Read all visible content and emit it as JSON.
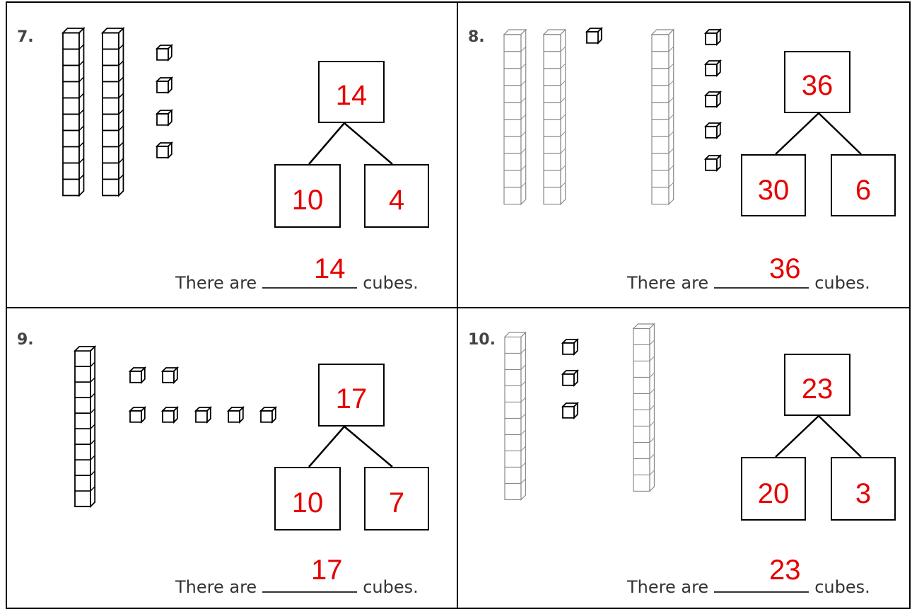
{
  "problems": [
    {
      "number": "7.",
      "whole": "14",
      "tens": "10",
      "ones": "4",
      "sentence_start": "There are",
      "sentence_end": "cubes.",
      "answer": "14"
    },
    {
      "number": "8.",
      "whole": "36",
      "tens": "30",
      "ones": "6",
      "sentence_start": "There are",
      "sentence_end": "cubes.",
      "answer": "36"
    },
    {
      "number": "9.",
      "whole": "17",
      "tens": "10",
      "ones": "7",
      "sentence_start": "There are",
      "sentence_end": "cubes.",
      "answer": "17"
    },
    {
      "number": "10.",
      "whole": "23",
      "tens": "20",
      "ones": "3",
      "sentence_start": "There are",
      "sentence_end": "cubes.",
      "answer": "23"
    }
  ],
  "colors": {
    "answer": "#e60000",
    "line": "#000000",
    "faded_line": "#999999"
  }
}
